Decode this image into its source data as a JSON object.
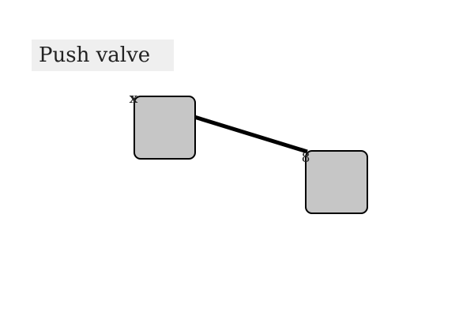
{
  "title": "Push valve",
  "nodes": [
    {
      "label": "x"
    },
    {
      "label": "8"
    }
  ],
  "colors": {
    "title_background": "#efefef",
    "node_fill": "#c6c6c6",
    "node_stroke": "#000000",
    "connector": "#000000"
  }
}
